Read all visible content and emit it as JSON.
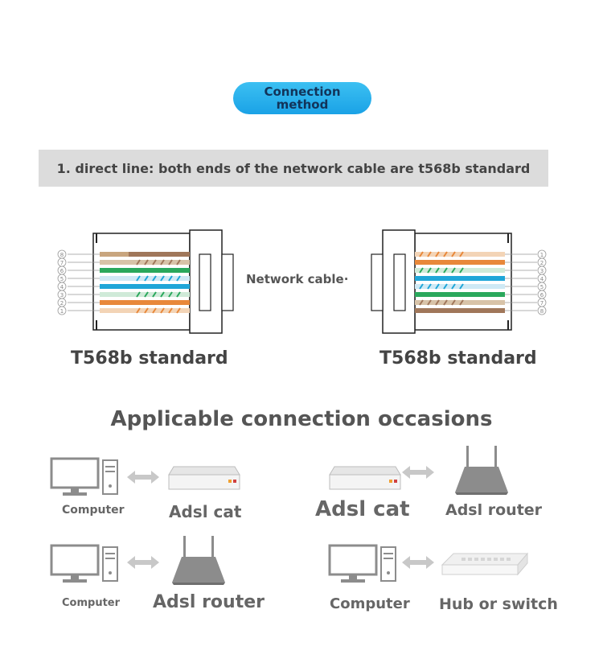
{
  "header": {
    "pill_line1": "Connection",
    "pill_line2": "method",
    "banner": "1. direct line: both ends of the network cable are t568b standard"
  },
  "diagram": {
    "left_standard": "T568b standard",
    "right_standard": "T568b standard",
    "middle_label": "Network cable·",
    "left_pin_numbers": [
      "8",
      "7",
      "6",
      "5",
      "4",
      "3",
      "2",
      "1"
    ],
    "right_pin_numbers": [
      "1",
      "2",
      "3",
      "4",
      "5",
      "6",
      "7",
      "8"
    ],
    "wire_colors": {
      "orange": "#e8883a",
      "green": "#2aa85c",
      "blue": "#1fa6d8",
      "brown": "#a0775a",
      "white": "#ffffff"
    }
  },
  "occasions": {
    "title": "Applicable connection occasions",
    "pairs": [
      {
        "left": "Computer",
        "right": "Adsl cat"
      },
      {
        "left": "Adsl cat",
        "right": "Adsl router"
      },
      {
        "left": "Computer",
        "right": "Adsl router"
      },
      {
        "left": "Computer",
        "right": "Hub or switch"
      }
    ]
  },
  "colors": {
    "pill_gradient_top": "#3cc0f2",
    "pill_gradient_bottom": "#1aa2e6",
    "banner_bg": "#dcdcdc",
    "icon_gray": "#8c8c8c"
  }
}
